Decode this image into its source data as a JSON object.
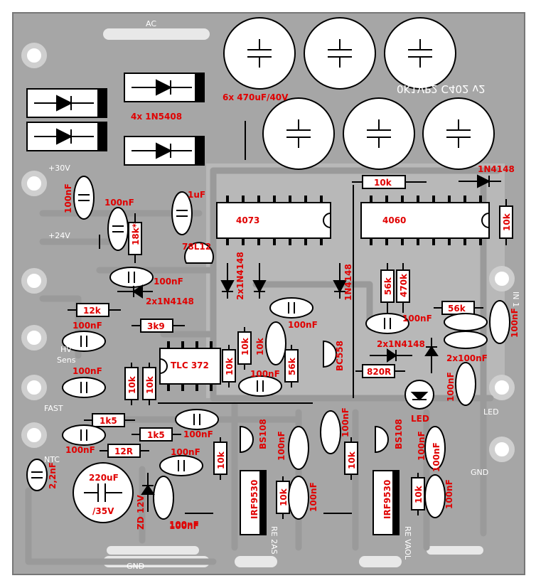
{
  "colors": {
    "board": "#a6a6a6",
    "copper": "#cfcfcf",
    "label": "#e00000",
    "component": "#000000"
  },
  "silkscreen": {
    "ac": "AC",
    "v30": "+30V",
    "v24": "+24V",
    "hv_sens": "HV",
    "sens": "Sens",
    "fast": "FAST",
    "ntc": "NTC",
    "gnd_bottom": "GND",
    "gnd_right": "GND",
    "led": "LED",
    "in": "IN 1",
    "board_code": "0K1VP2 C402 v2",
    "re_left": "RE 2AS",
    "re_right": "RE VAOL"
  },
  "labels": {
    "diodes_4x": "4x 1N5408",
    "caps_6x": "6x 470uF/40V",
    "c1": "100nF",
    "c2": "100nF",
    "r18k": "18k*",
    "c_1uf": "1uF",
    "reg": "78L12",
    "ic4073": "4073",
    "ic4060": "4060",
    "r10k_top": "10k",
    "d_top": "1N4148",
    "r10k_right": "10k",
    "c3": "100nF",
    "d2x_mid": "2x1N4148",
    "d2x_vert": "2x1N4148",
    "d_mid_vert": "1N4148",
    "r56k_a": "56k",
    "r470k": "470k",
    "c4": "100nF",
    "r56k_b": "56k",
    "c5": "100nF",
    "r12k": "12k",
    "c6": "100nF",
    "r3k9": "3k9",
    "c7": "100nF",
    "ic_tlc": "TLC 372",
    "r10k_a": "10k",
    "r10k_b": "10k",
    "c8": "100nF",
    "r10k_c": "10k",
    "c9": "100nF",
    "r10k_d": "10k",
    "r10k_e": "10k",
    "r56k_c": "56k",
    "bc558": "BC558",
    "d2x_right": "2x1N4148",
    "r820": "820R",
    "c2x": "2x100nF",
    "c10": "100nF",
    "c11": "100nF",
    "led": "LED",
    "c12": "100nF",
    "r1k5_a": "1k5",
    "r1k5_b": "1k5",
    "c13": "100nF",
    "c14": "100nF",
    "r12r": "12R",
    "c15": "100nF",
    "c2n2": "2,2nF",
    "c220": "220uF",
    "c220_v": "/35V",
    "zd": "ZD 12V",
    "c16": "100nF",
    "bs108_a": "BS108",
    "bs108_b": "BS108",
    "r10k_f": "10k",
    "r10k_g": "10k",
    "r10k_h": "10k",
    "r10k_i": "10k",
    "c17": "100nF",
    "c18": "100nF",
    "c19": "100nF",
    "c20": "100nF",
    "c21": "100nF",
    "irf_a": "IRF9530",
    "irf_b": "IRF9530"
  }
}
